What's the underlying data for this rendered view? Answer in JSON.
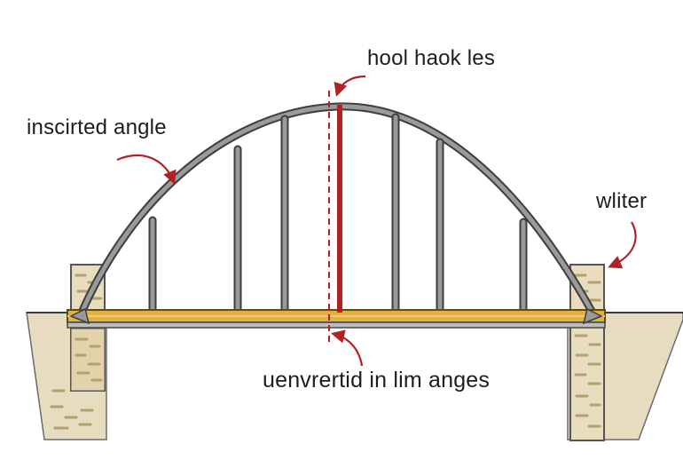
{
  "labels": {
    "top": "hool haok les",
    "left": "inscirted angle",
    "right": "wliter",
    "bottom": "uenvrertid in lim anges"
  },
  "colors": {
    "truss": "#8c8c8c",
    "truss_outline": "#3c3c3c",
    "deck": "#e2b240",
    "deck_outline": "#5a4a20",
    "center_line": "#b22222",
    "arrow": "#b22222",
    "stone": "#e7dbbe",
    "stone_mark": "#b9a77a",
    "ground": "#e8dcc0"
  },
  "icons": [
    "left-abutment",
    "right-abutment",
    "arch-truss",
    "bridge-deck",
    "center-line"
  ]
}
